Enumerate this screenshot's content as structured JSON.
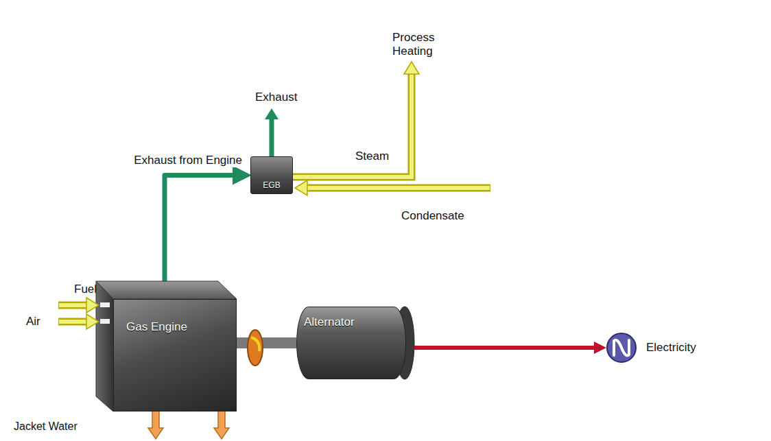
{
  "diagram": {
    "nodes": [
      {
        "text": [
          "EGB"
        ]
      },
      {
        "text": [
          "Gas Engine"
        ]
      },
      {
        "text": [
          "Alternator"
        ]
      }
    ],
    "edges": [
      {
        "from": 1,
        "to": 0,
        "label": "Exhaust from Engine",
        "arrow": "to"
      },
      {
        "from": 1,
        "to": 2,
        "arrow": "none"
      }
    ],
    "labels": [
      "Process Heating",
      "Exhaust",
      "Steam",
      "Condensate",
      "Fuel",
      "Air",
      "Electricity",
      "Jacket Water"
    ]
  }
}
